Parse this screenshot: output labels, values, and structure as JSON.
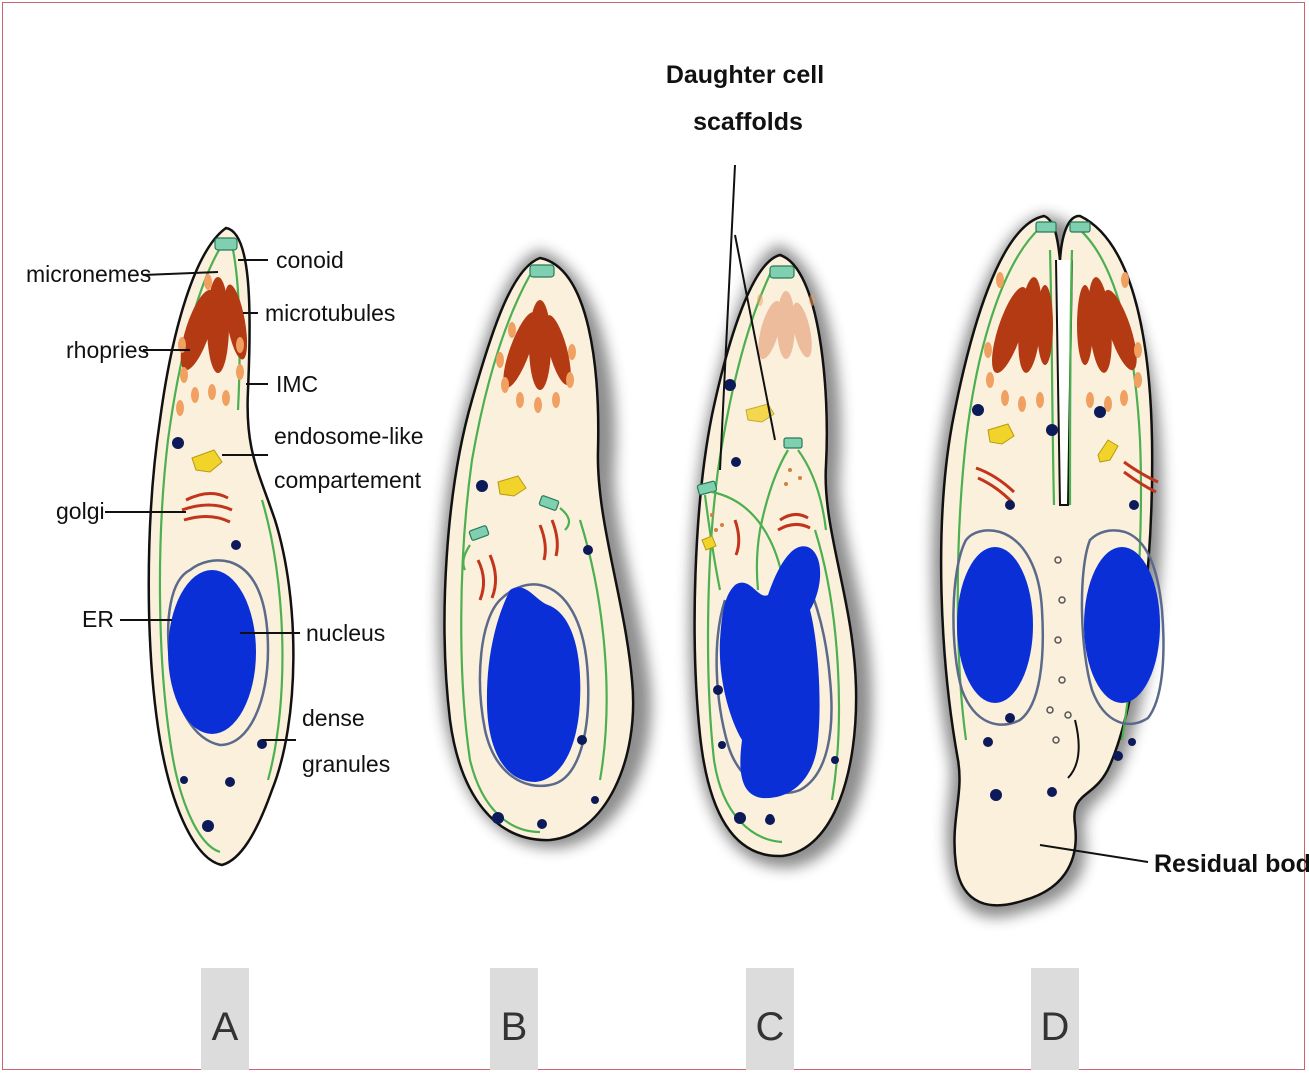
{
  "labels": {
    "conoid": "conoid",
    "micronemes": "micronemes",
    "microtubules": "microtubules",
    "rhopries": "rhopries",
    "imc": "IMC",
    "endosome_line1": "endosome-like",
    "endosome_line2": "compartement",
    "golgi": "golgi",
    "er": "ER",
    "nucleus": "nucleus",
    "dense_line1": "dense",
    "dense_line2": "granules",
    "daughter_line1": "Daughter cell",
    "daughter_line2": "scaffolds",
    "residual": "Residual body"
  },
  "panels": [
    "A",
    "B",
    "C",
    "D"
  ],
  "colors": {
    "cytoplasm": "#fbf0dc",
    "nucleus": "#0b2fd6",
    "rhoptries": "#b33a12",
    "micronemes": "#f0a060",
    "imc": "#4caf50",
    "golgi": "#c0351c",
    "endosome": "#f2d32a",
    "dense_granules": "#0d1a5a",
    "conoid": "#7fd0b0",
    "frame": "#c8646e"
  }
}
